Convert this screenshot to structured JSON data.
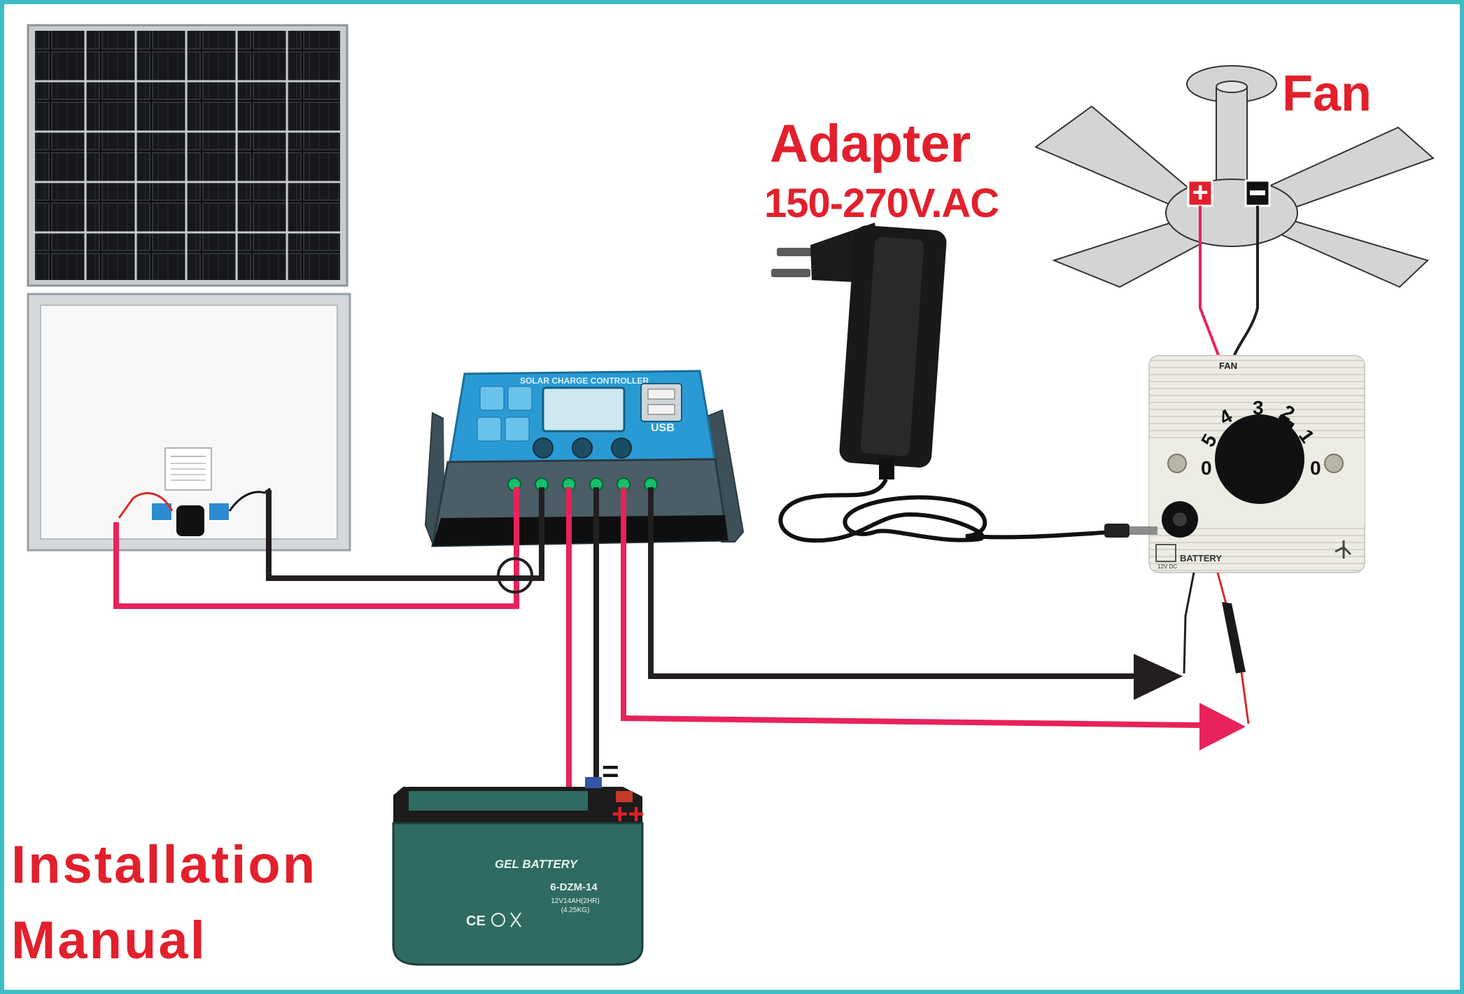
{
  "labels": {
    "adapter": "Adapter",
    "adapter_voltage": "150-270V.AC",
    "fan": "Fan",
    "title_line1": "Installation",
    "title_line2": "Manual"
  },
  "controller": {
    "header": "SOLAR CHARGE CONTROLLER",
    "usb": "USB"
  },
  "battery": {
    "brand": "GEL BATTERY",
    "model": "6-DZM-14",
    "spec": "12V14AH(2HR)",
    "weight": "(4.25KG)",
    "marks": "CE",
    "plus": "++",
    "minus": "="
  },
  "fan_switch": {
    "brand": "FAN",
    "battery_label": "BATTERY",
    "dc_label": "12V DC",
    "speeds": [
      "0",
      "5",
      "4",
      "3",
      "2",
      "1",
      "0"
    ]
  },
  "fan_terminals": {
    "positive": "+",
    "negative": "-"
  },
  "colors": {
    "positive_wire": "#e8225a",
    "negative_wire": "#231f20",
    "label_red": "#e2202c",
    "frame": "#3fbcc4",
    "controller_blue": "#2a9ad4",
    "battery_green": "#2f6b63"
  }
}
